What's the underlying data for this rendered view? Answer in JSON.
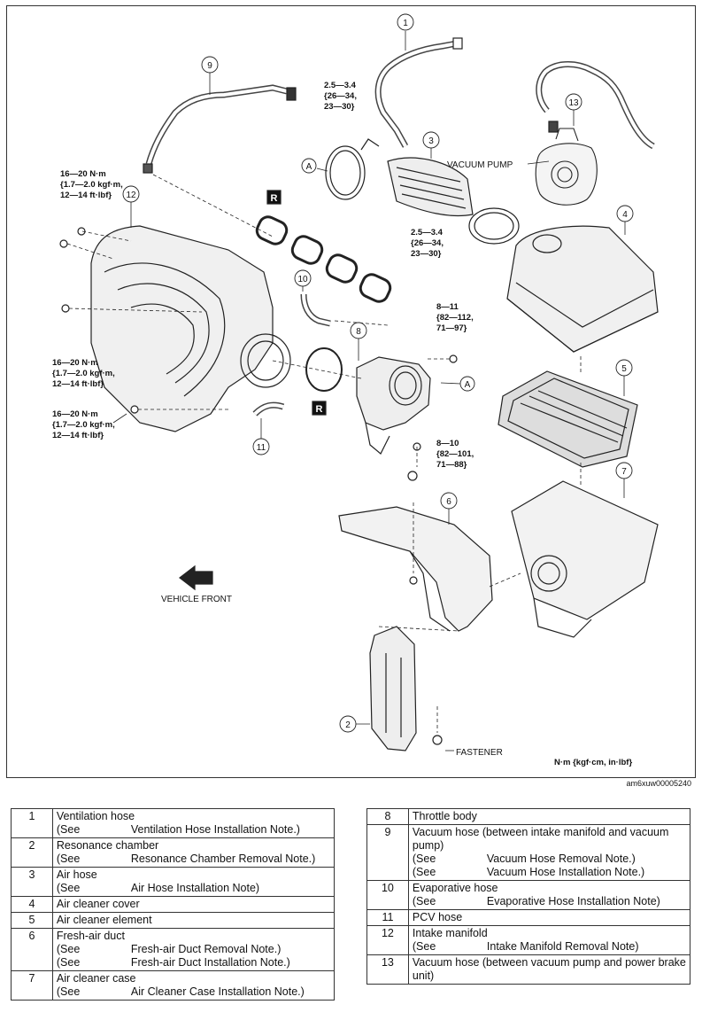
{
  "diagram": {
    "callouts": [
      {
        "num": "1"
      },
      {
        "num": "2"
      },
      {
        "num": "3"
      },
      {
        "num": "4"
      },
      {
        "num": "5"
      },
      {
        "num": "6"
      },
      {
        "num": "7"
      },
      {
        "num": "8"
      },
      {
        "num": "9"
      },
      {
        "num": "10"
      },
      {
        "num": "11"
      },
      {
        "num": "12"
      },
      {
        "num": "13"
      }
    ],
    "markers": {
      "a": "A",
      "r": "R"
    },
    "torques": [
      {
        "lines": [
          "2.5—3.4",
          "{26—34,",
          "23—30}"
        ]
      },
      {
        "lines": [
          "2.5—3.4",
          "{26—34,",
          "23—30}"
        ]
      },
      {
        "lines": [
          "16—20 N·m",
          "{1.7—2.0 kgf·m,",
          "12—14 ft·lbf}"
        ]
      },
      {
        "lines": [
          "16—20 N·m",
          "{1.7—2.0 kgf·m,",
          "12—14 ft·lbf}"
        ]
      },
      {
        "lines": [
          "16—20 N·m",
          "{1.7—2.0 kgf·m,",
          "12—14 ft·lbf}"
        ]
      },
      {
        "lines": [
          "8—11",
          "{82—112,",
          "71—97}"
        ]
      },
      {
        "lines": [
          "8—10",
          "{82—101,",
          "71—88}"
        ]
      }
    ],
    "vacuum_pump_label": "VACUUM PUMP",
    "vehicle_front_label": "VEHICLE FRONT",
    "fastener_label": "FASTENER",
    "units_label": "N·m {kgf·cm, in·lbf}"
  },
  "image_code": "am6xuw00005240",
  "legend_left": [
    {
      "num": "1",
      "name": "Ventilation hose",
      "notes": [
        "Ventilation Hose Installation Note.)"
      ]
    },
    {
      "num": "2",
      "name": "Resonance chamber",
      "notes": [
        "Resonance Chamber Removal Note.)"
      ]
    },
    {
      "num": "3",
      "name": "Air hose",
      "notes": [
        "Air Hose Installation Note)"
      ]
    },
    {
      "num": "4",
      "name": "Air cleaner cover",
      "notes": []
    },
    {
      "num": "5",
      "name": "Air cleaner element",
      "notes": []
    },
    {
      "num": "6",
      "name": "Fresh-air duct",
      "notes": [
        "Fresh-air Duct Removal Note.)",
        "Fresh-air Duct Installation Note.)"
      ]
    },
    {
      "num": "7",
      "name": "Air cleaner case",
      "notes": [
        "Air Cleaner Case Installation Note.)"
      ]
    }
  ],
  "legend_right": [
    {
      "num": "8",
      "name": "Throttle body",
      "notes": []
    },
    {
      "num": "9",
      "name": "Vacuum hose (between intake manifold and vacuum pump)",
      "notes": [
        "Vacuum Hose Removal Note.)",
        "Vacuum Hose Installation Note.)"
      ]
    },
    {
      "num": "10",
      "name": "Evaporative hose",
      "notes": [
        "Evaporative Hose Installation Note)"
      ]
    },
    {
      "num": "11",
      "name": "PCV hose",
      "notes": []
    },
    {
      "num": "12",
      "name": "Intake manifold",
      "notes": [
        "Intake Manifold Removal Note)"
      ]
    },
    {
      "num": "13",
      "name": "Vacuum hose (between vacuum pump and power brake unit)",
      "notes": []
    }
  ],
  "see_word": "(See"
}
